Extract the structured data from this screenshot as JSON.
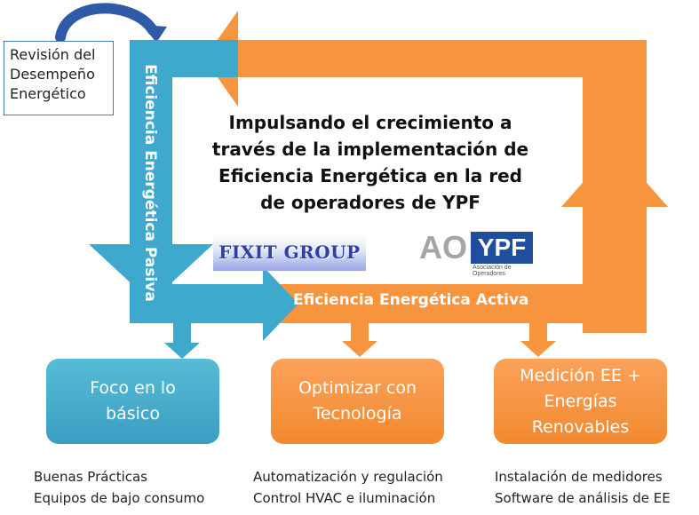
{
  "review_box": {
    "lines": [
      "Revisión del",
      "Desempeño",
      "Energético"
    ]
  },
  "headline": {
    "lines": [
      "Impulsando el crecimiento a",
      "través de la implementación de",
      "Eficiencia Energética en la red",
      "de operadores de YPF"
    ]
  },
  "logos": {
    "fixit": "FIXIT GROUP",
    "ao_prefix": "AO",
    "ao_brand": "YPF",
    "ao_subtitle": "Asociación de Operadores"
  },
  "arrows": {
    "passive_label": "Eficiencia Energética Pasiva",
    "active_label": "Eficiencia Energética Activa"
  },
  "boxes": [
    {
      "lines": [
        "Foco en lo",
        "básico"
      ]
    },
    {
      "lines": [
        "Optimizar con",
        "Tecnología"
      ]
    },
    {
      "lines": [
        "Medición EE +",
        "Energías",
        "Renovables"
      ]
    }
  ],
  "bullets": [
    [
      "Buenas Prácticas",
      "Equipos de bajo consumo"
    ],
    [
      "Automatización y regulación",
      "Control HVAC e iluminación"
    ],
    [
      "Instalación de medidores",
      "Software de análisis de EE"
    ]
  ],
  "colors": {
    "blue": "#3ea8cd",
    "orange": "#f7943e",
    "curve": "#2f5aa8"
  }
}
